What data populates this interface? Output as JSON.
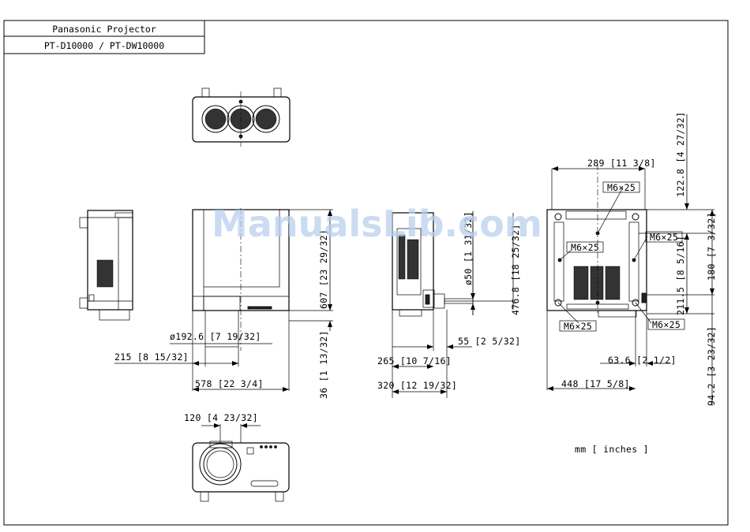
{
  "title_block": {
    "line1": "Panasonic Projector",
    "line2": "PT-D10000 / PT-DW10000"
  },
  "watermark": "ManualsLib.com",
  "units_note": "mm [ inches ]",
  "dimensions": {
    "front_depth_right": "607 [23 29/32]",
    "lens_dia": "ø192.6 [7 19/32]",
    "lens_offset": "215 [8 15/32]",
    "width": "578 [22 3/4]",
    "foot_height": "36 [1 13/32]",
    "lens_width_bottom": "120 [4 23/32]",
    "port_dia": "ø50 [1 31/32]",
    "side_depth": "476.8 [18 25/32]",
    "port_offset": "55 [2 5/32]",
    "side_265": "265 [10 7/16]",
    "side_320": "320 [12 19/32]",
    "mount_289": "289 [11 3/8]",
    "mount_122": "122.8 [4 27/32]",
    "mount_180": "180 [7 3/32]",
    "mount_211": "211.5 [8 5/16]",
    "mount_94": "94.2 [3 23/32]",
    "mount_63": "63.6 [2 1/2]",
    "mount_448": "448 [17 5/8]",
    "screw_tl": "M6×25",
    "screw_tr": "M6×25",
    "screw_ml": "M6×25",
    "screw_bl": "M6×25",
    "screw_br": "M6×25"
  }
}
